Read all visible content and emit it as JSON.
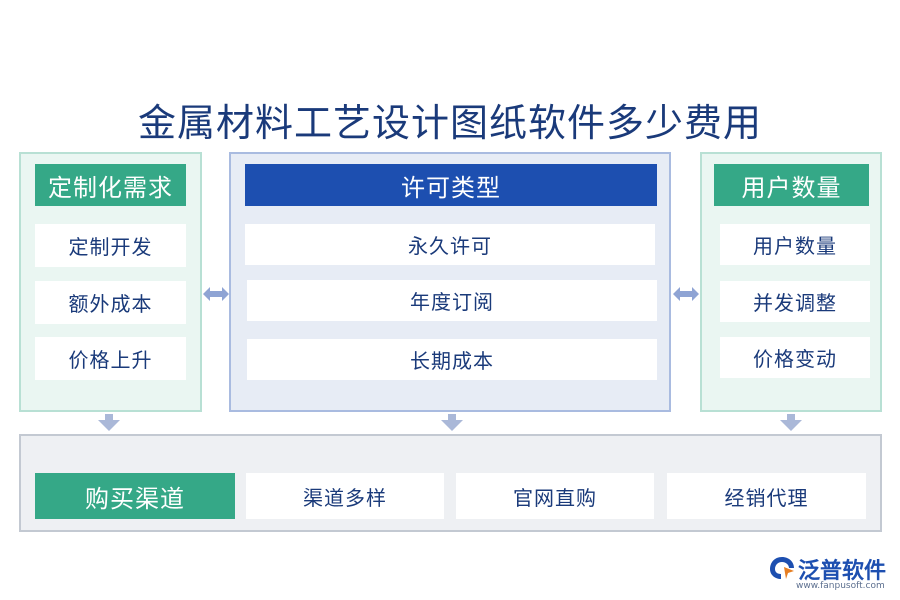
{
  "title": "金属材料工艺设计图纸软件多少费用",
  "left": {
    "header": "定制化需求",
    "items": [
      "定制开发",
      "额外成本",
      "价格上升"
    ]
  },
  "middle": {
    "header": "许可类型",
    "items": [
      "永久许可",
      "年度订阅",
      "长期成本"
    ]
  },
  "right": {
    "header": "用户数量",
    "items": [
      "用户数量",
      "并发调整",
      "价格变动"
    ]
  },
  "bottom": {
    "header": "购买渠道",
    "items": [
      "渠道多样",
      "官网直购",
      "经销代理"
    ]
  },
  "logo": {
    "name": "泛普软件",
    "url": "www.fanpusoft.com"
  },
  "colors": {
    "green_header": "#35a887",
    "blue_header": "#1d4fb0",
    "title_text": "#1a3a7a",
    "arrow": "#8fa4d4"
  }
}
